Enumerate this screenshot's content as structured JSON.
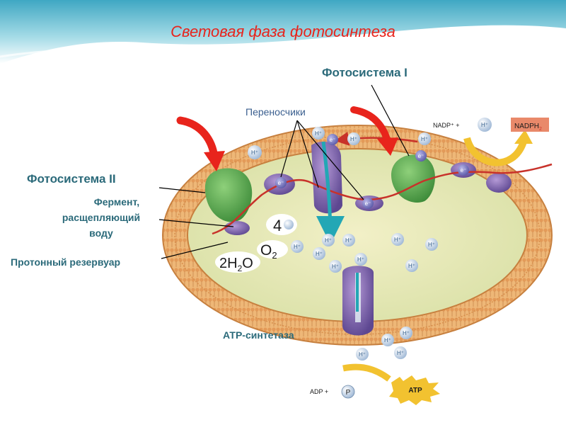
{
  "slide": {
    "title": "Световая фаза фотосинтеза",
    "colors": {
      "title": "#e8241c",
      "labels": "#2b6a7a",
      "membrane": "#e9a262",
      "stroma_gradient": "#5bbfd1"
    }
  },
  "diagram": {
    "labels": {
      "photosystem_1": "Фотосистема I",
      "photosystem_2": "Фотосистема II",
      "carriers": "Переносчики",
      "enzyme_line1": "Фермент,",
      "enzyme_line2": "расщепляющий",
      "enzyme_line3": "воду",
      "proton_reservoir": "Протонный резервуар",
      "atp_synthase": "АТР-синтетаза"
    },
    "reaction": {
      "nadp_plus": "NADP⁺ +",
      "nadph_main": "NADPH",
      "nadph_sub": "2",
      "adp_plus": "ADP +",
      "phosphate": "P",
      "atp": "ATP"
    },
    "water_split": {
      "count": "4",
      "water_main": "2H",
      "water_sub": "2",
      "water_end": "O",
      "oxygen_main": "O",
      "oxygen_sub": "2"
    },
    "particles": {
      "proton": "H⁺",
      "electron": "e⁻"
    }
  }
}
